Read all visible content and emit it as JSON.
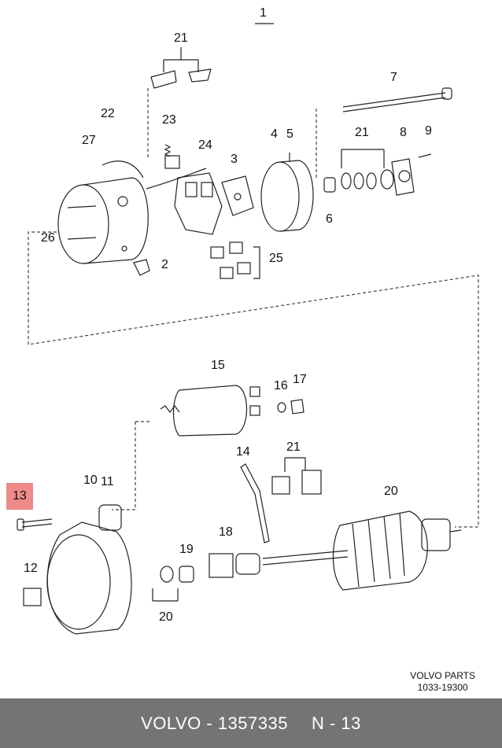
{
  "diagram": {
    "title_number": "1",
    "highlight_number": "13",
    "labels": {
      "n21a": "21",
      "n22": "22",
      "n23": "23",
      "n27": "27",
      "n24": "24",
      "n3": "3",
      "n4": "4",
      "n5": "5",
      "n7": "7",
      "n21b": "21",
      "n8": "8",
      "n9": "9",
      "n6": "6",
      "n26": "26",
      "n2": "2",
      "n25": "25",
      "n15": "15",
      "n16": "16",
      "n17": "17",
      "n14": "14",
      "n21c": "21",
      "n10": "10",
      "n11": "11",
      "n20a": "20",
      "n18": "18",
      "n19": "19",
      "n12": "12",
      "n20b": "20"
    },
    "caption_line1": "VOLVO PARTS",
    "caption_line2": "1033-19300"
  },
  "footer": {
    "part_ref": "VOLVO - 1357335",
    "position_ref": "N - 13"
  }
}
